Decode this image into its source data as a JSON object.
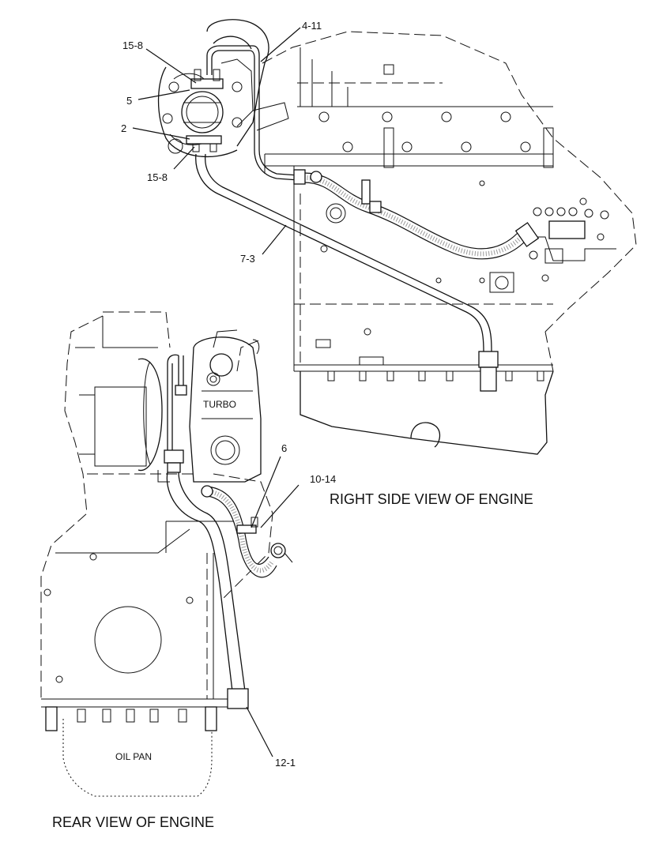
{
  "callouts": {
    "c15_8_top": "15-8",
    "c4_11": "4-11",
    "c5": "5",
    "c2": "2",
    "c15_8_bottom": "15-8",
    "c7_3": "7-3",
    "c6": "6",
    "c10_14": "10-14",
    "c12_1": "12-1"
  },
  "labels": {
    "turbo": "TURBO",
    "oil_pan": "OIL PAN",
    "right_side_view": "RIGHT SIDE VIEW OF ENGINE",
    "rear_view": "REAR VIEW OF ENGINE"
  }
}
